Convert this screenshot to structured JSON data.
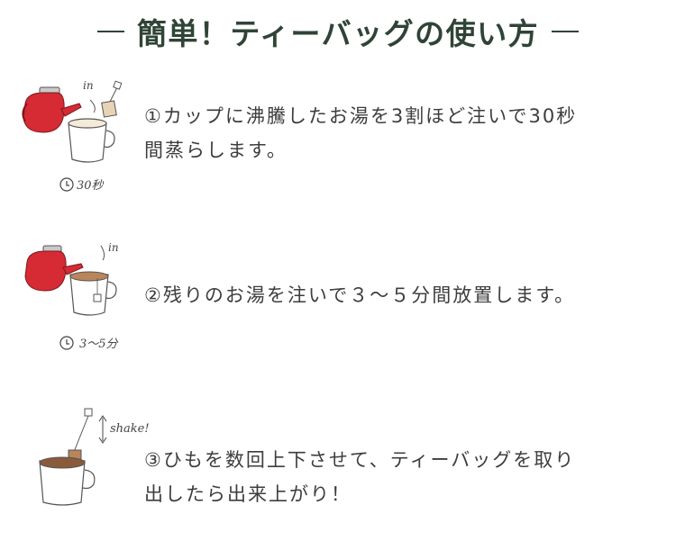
{
  "title": "簡単！ティーバッグの使い方",
  "steps": [
    {
      "line1": "①カップに沸騰したお湯を3割ほど注いで30秒",
      "line2": "間蒸らします。",
      "timer_label": "30秒",
      "note": "in"
    },
    {
      "line1": "②残りのお湯を注いで３～５分間放置します。",
      "timer_label": "3～5分",
      "note": "in"
    },
    {
      "line1": "③ひもを数回上下させて、ティーバッグを取り",
      "line2": "出したら出来上がり！",
      "note": "shake!"
    }
  ],
  "colors": {
    "title": "#2f4437",
    "kettle": "#d62a34",
    "tea": "#b9855a",
    "text": "#3d3d3d"
  }
}
